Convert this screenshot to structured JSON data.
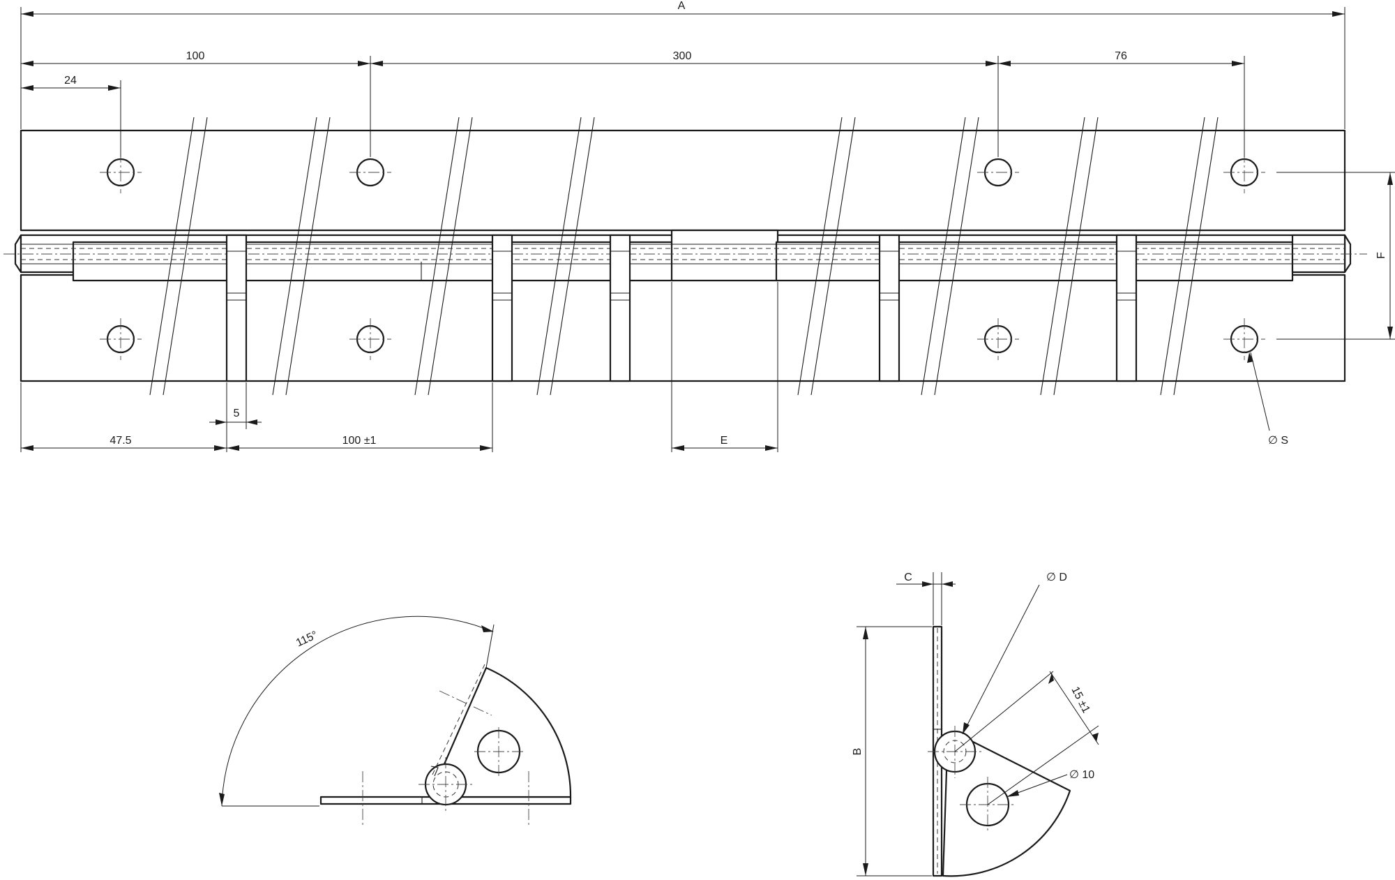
{
  "dimensions": {
    "overall_length": "A",
    "hole_pitch_left": "100",
    "hole_pitch_middle": "300",
    "hole_pitch_right": "76",
    "first_hole_offset": "24",
    "knuckle_gap": "5",
    "first_knuckle": "47.5",
    "knuckle_pitch": "100 ±1",
    "knuckle_length": "E",
    "hole_spacing_vertical": "F",
    "hole_diameter": "∅ S",
    "open_angle": "115°",
    "thickness": "C",
    "pin_diameter": "∅ D",
    "leaf_width": "B",
    "hole_offset": "15 ±1",
    "hole_diameter_10": "∅ 10"
  }
}
